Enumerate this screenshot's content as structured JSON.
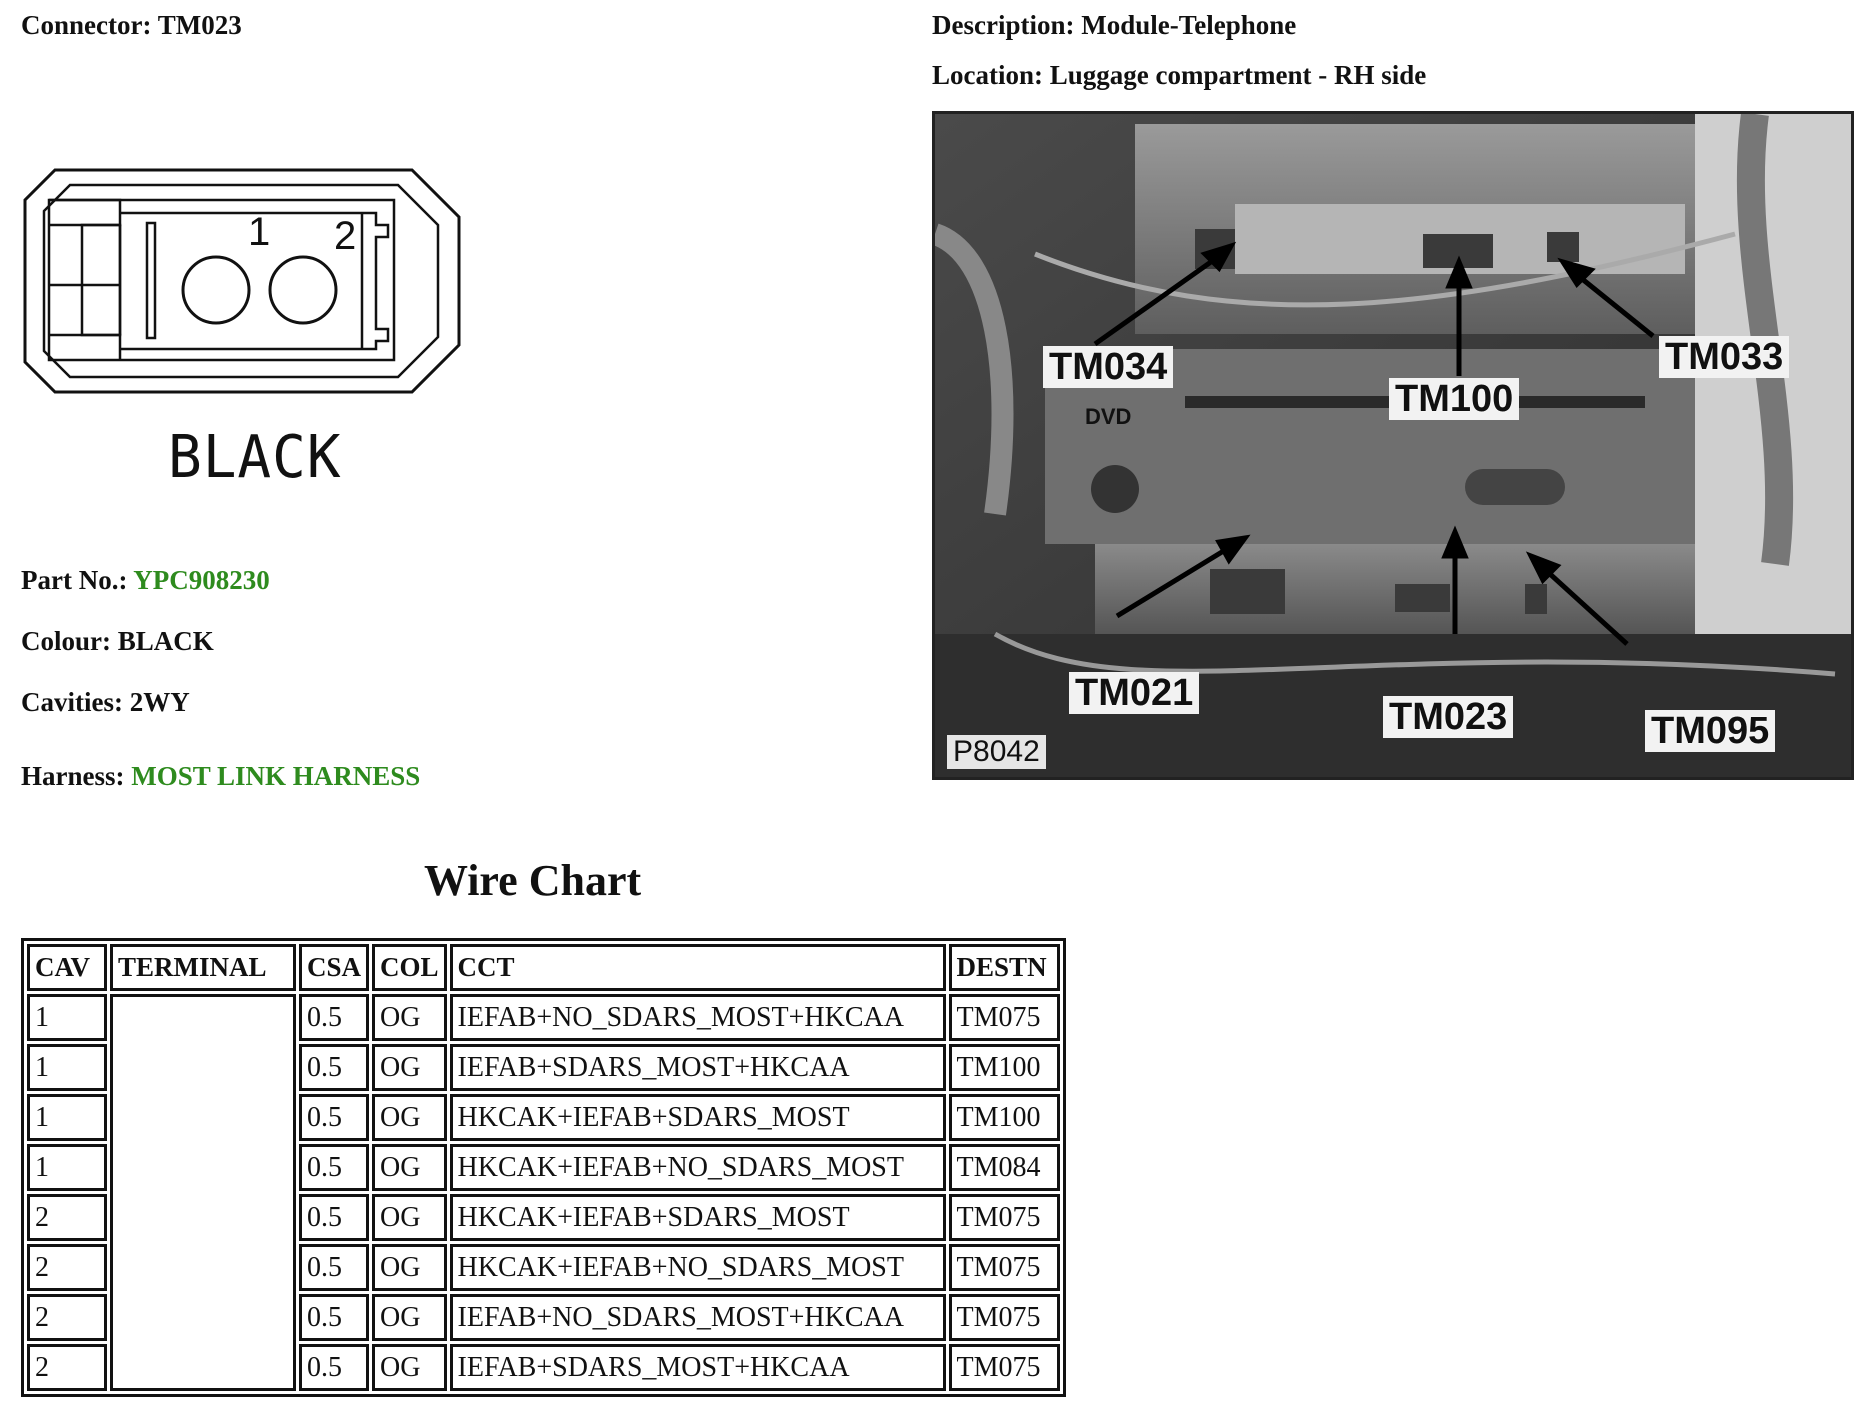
{
  "connector": {
    "label": "Connector:",
    "value": "TM023"
  },
  "description": {
    "label": "Description:",
    "value": "Module-Telephone"
  },
  "location": {
    "label": "Location:",
    "value": "Luggage compartment - RH side"
  },
  "connector_diagram": {
    "pins": [
      "1",
      "2"
    ],
    "colour_label": "BLACK"
  },
  "part_no": {
    "label": "Part No.:",
    "value": "YPC908230"
  },
  "colour": {
    "label": "Colour:",
    "value": "BLACK"
  },
  "cavities": {
    "label": "Cavities:",
    "value": "2WY"
  },
  "harness": {
    "label": "Harness:",
    "value": "MOST LINK HARNESS"
  },
  "photo": {
    "callouts": [
      "TM034",
      "TM100",
      "TM033",
      "TM021",
      "TM023",
      "TM095"
    ],
    "image_id": "P8042",
    "dvd_text": "DVD"
  },
  "colors": {
    "link_green": "#2e8b1e"
  },
  "wire_chart": {
    "title": "Wire Chart",
    "headers": [
      "CAV",
      "TERMINAL",
      "CSA",
      "COL",
      "CCT",
      "DESTN"
    ],
    "rows": [
      [
        "1",
        "",
        "0.5",
        "OG",
        "IEFAB+NO_SDARS_MOST+HKCAA",
        "TM075"
      ],
      [
        "1",
        "",
        "0.5",
        "OG",
        "IEFAB+SDARS_MOST+HKCAA",
        "TM100"
      ],
      [
        "1",
        "",
        "0.5",
        "OG",
        "HKCAK+IEFAB+SDARS_MOST",
        "TM100"
      ],
      [
        "1",
        "",
        "0.5",
        "OG",
        "HKCAK+IEFAB+NO_SDARS_MOST",
        "TM084"
      ],
      [
        "2",
        "",
        "0.5",
        "OG",
        "HKCAK+IEFAB+SDARS_MOST",
        "TM075"
      ],
      [
        "2",
        "",
        "0.5",
        "OG",
        "HKCAK+IEFAB+NO_SDARS_MOST",
        "TM075"
      ],
      [
        "2",
        "",
        "0.5",
        "OG",
        "IEFAB+NO_SDARS_MOST+HKCAA",
        "TM075"
      ],
      [
        "2",
        "",
        "0.5",
        "OG",
        "IEFAB+SDARS_MOST+HKCAA",
        "TM075"
      ]
    ]
  }
}
